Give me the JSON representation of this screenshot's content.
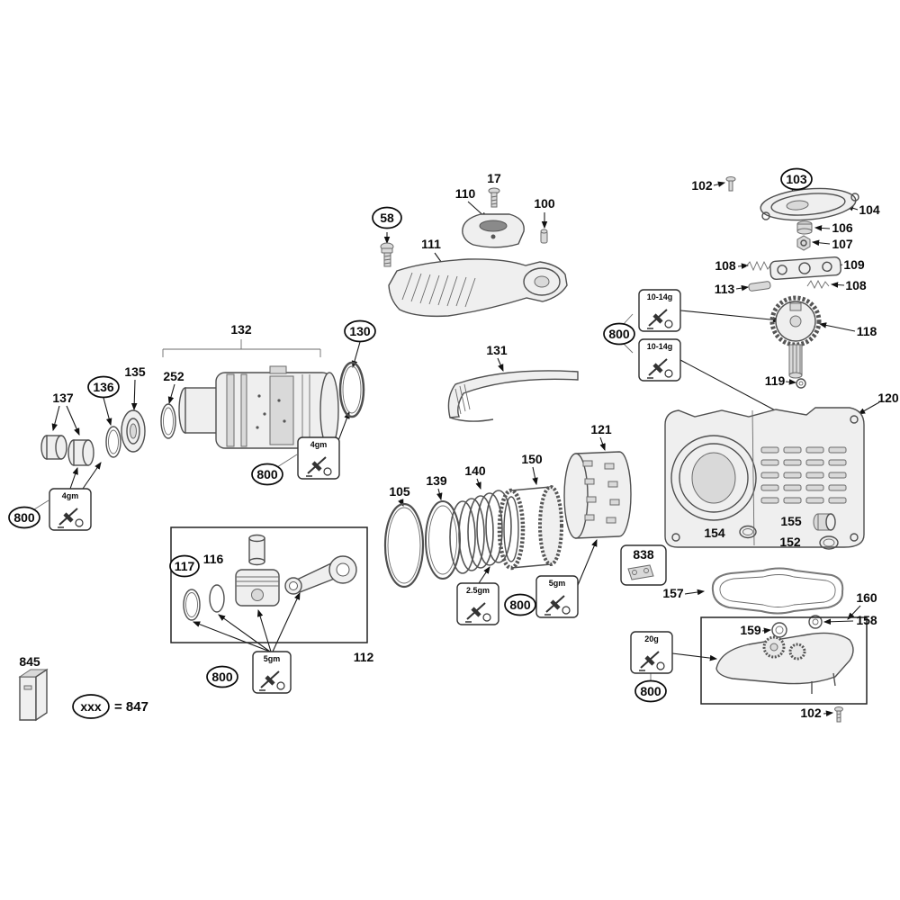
{
  "labels": {
    "n17": "17",
    "n58": "58",
    "n100": "100",
    "n102": "102",
    "n103": "103",
    "n104": "104",
    "n105": "105",
    "n106": "106",
    "n107": "107",
    "n108": "108",
    "n109": "109",
    "n110": "110",
    "n111": "111",
    "n112": "112",
    "n113": "113",
    "n116": "116",
    "n117": "117",
    "n118": "118",
    "n119": "119",
    "n120": "120",
    "n121": "121",
    "n130": "130",
    "n131": "131",
    "n132": "132",
    "n135": "135",
    "n136": "136",
    "n137": "137",
    "n139": "139",
    "n140": "140",
    "n150": "150",
    "n152": "152",
    "n154": "154",
    "n155": "155",
    "n157": "157",
    "n158": "158",
    "n159": "159",
    "n160": "160",
    "n252": "252",
    "n800": "800",
    "n838": "838",
    "n845": "845"
  },
  "grease": {
    "g4": "4gm",
    "g5": "5gm",
    "g25": "2.5gm",
    "g1014": "10-14g",
    "g20": "20g"
  },
  "legend": {
    "code": "xxx",
    "value": "= 847"
  }
}
